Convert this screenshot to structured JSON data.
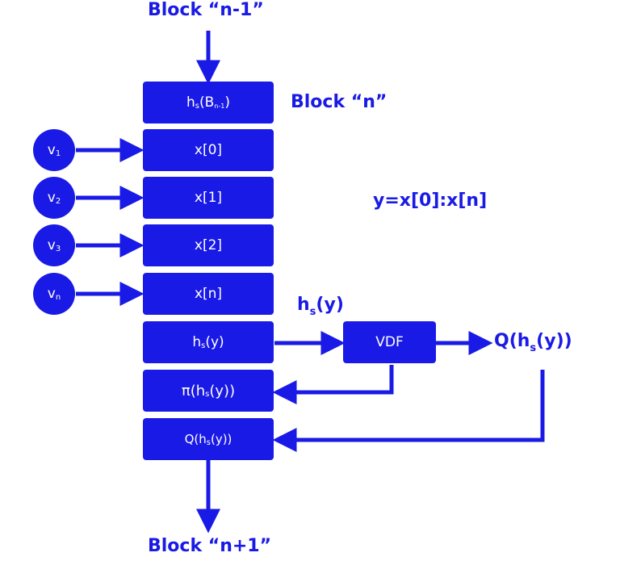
{
  "labels": {
    "block_prev": "Block “n-1”",
    "block_curr": "Block “n”",
    "block_next": "Block “n+1”",
    "equation": "y=x[0]:x[n]",
    "hs_y_label_main": "h",
    "hs_y_label_sub": "s",
    "hs_y_label_tail": "(y)",
    "q_out_main": "Q(h",
    "q_out_sub": "s",
    "q_out_tail": "(y))"
  },
  "stack": {
    "hs_b_main": "h",
    "hs_b_sub": "s",
    "hs_b_mid": "(B",
    "hs_b_sub2": "n-1",
    "hs_b_tail": ")",
    "x0": "x[0]",
    "x1": "x[1]",
    "x2": "x[2]",
    "xn": "x[n]",
    "hs_y_main": "h",
    "hs_y_sub": "s",
    "hs_y_tail": "(y)",
    "pi_main": "π(h",
    "pi_sub": "s",
    "pi_tail": "(y))",
    "q_main": "Q(h",
    "q_sub": "s",
    "q_tail": "(y))"
  },
  "vdf": "VDF",
  "inputs": [
    {
      "main": "v",
      "sub": "1"
    },
    {
      "main": "v",
      "sub": "2"
    },
    {
      "main": "v",
      "sub": "3"
    },
    {
      "main": "v",
      "sub": "n"
    }
  ],
  "colors": {
    "accent": "#1a1ae6",
    "background": "#ffffff",
    "box_text": "#ffffff"
  }
}
